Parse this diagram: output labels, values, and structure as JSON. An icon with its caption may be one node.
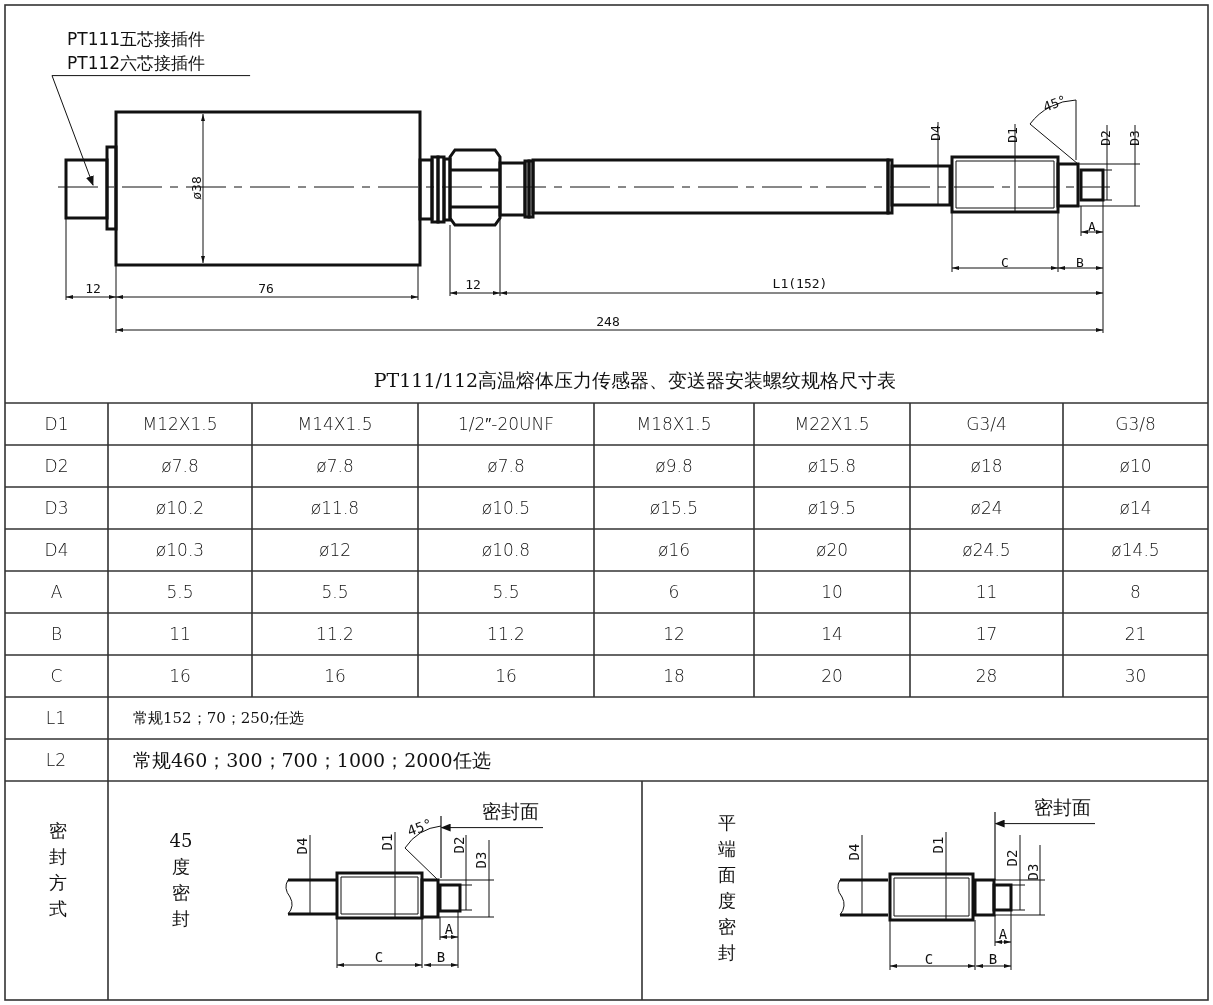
{
  "diagram": {
    "title": "PT111/112高温熔体压力传感器、变送器安装螺纹规格尺寸表",
    "nodes": [
      {
        "text": [
          "PT111五芯接插件",
          "PT112六芯接插件"
        ]
      },
      {
        "text": [
          "密封面"
        ]
      },
      {
        "text": [
          "密封面"
        ]
      },
      {
        "text": [],
        "shape": "line"
      },
      {
        "text": [],
        "shape": "line"
      }
    ],
    "edges": [
      {
        "from": 0,
        "to": null,
        "arrow": "to"
      },
      {
        "from": 1,
        "to": 3,
        "arrow": "to"
      },
      {
        "from": 2,
        "to": 4,
        "arrow": "to"
      }
    ],
    "labels": [
      "45°",
      "D4",
      "D1",
      "D2",
      "D3",
      "ø38",
      "A",
      "C",
      "B",
      "12",
      "76",
      "12",
      "L1(152)",
      "248",
      "D1",
      "M12X1.5",
      "M14X1.5",
      "1/2″-20UNF",
      "M18X1.5",
      "M22X1.5",
      "G3/4",
      "G3/8",
      "D2",
      "ø7.8",
      "ø7.8",
      "ø7.8",
      "ø9.8",
      "ø15.8",
      "ø18",
      "ø10",
      "D3",
      "ø10.2",
      "ø11.8",
      "ø10.5",
      "ø15.5",
      "ø19.5",
      "ø24",
      "ø14",
      "D4",
      "ø10.3",
      "ø12",
      "ø10.8",
      "ø16",
      "ø20",
      "ø24.5",
      "ø14.5",
      "A",
      "5.5",
      "5.5",
      "5.5",
      "6",
      "10",
      "11",
      "8",
      "B",
      "11",
      "11.2",
      "11.2",
      "12",
      "14",
      "17",
      "21",
      "C",
      "16",
      "16",
      "16",
      "18",
      "20",
      "28",
      "30",
      "L1",
      "常规152；70；250;任选",
      "L2",
      "常规460；300；700；1000；2000任选",
      "密封方式",
      "45度密封",
      "45°",
      "D4",
      "D1",
      "D2",
      "D3",
      "A",
      "C",
      "B",
      "平端面度密封",
      "D4",
      "D1",
      "D2",
      "D3",
      "A",
      "C",
      "B"
    ]
  }
}
